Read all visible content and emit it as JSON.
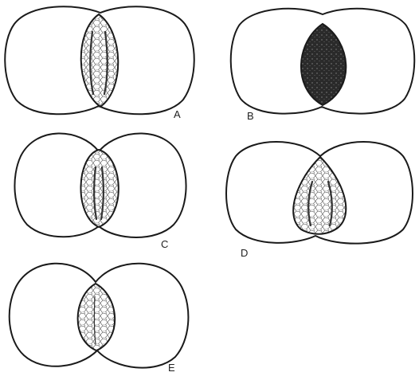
{
  "panels": [
    {
      "id": "A",
      "label": "A",
      "style": "streaked-lens"
    },
    {
      "id": "B",
      "label": "B",
      "style": "dark-lens"
    },
    {
      "id": "C",
      "label": "C",
      "style": "central-streak"
    },
    {
      "id": "D",
      "label": "D",
      "style": "droplet"
    },
    {
      "id": "E",
      "label": "E",
      "style": "faint-streak"
    }
  ],
  "colors": {
    "ink": "#1a1a1a",
    "fill_dark": "#2a2a2a",
    "background": "#ffffff"
  }
}
